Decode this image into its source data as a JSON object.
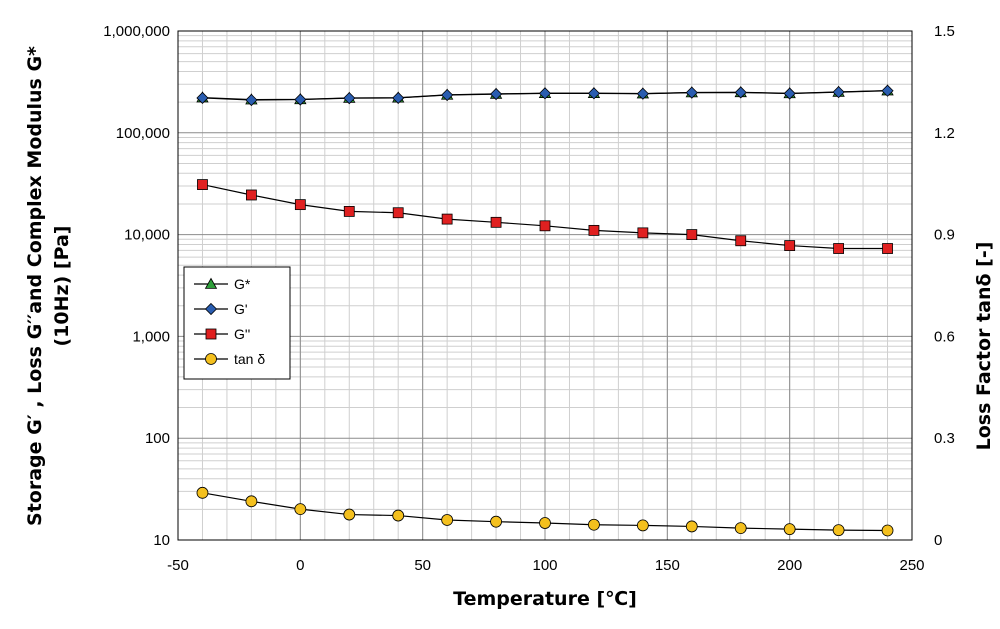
{
  "chart_data": {
    "type": "line",
    "xlabel": "Temperature [℃]",
    "ylabel_left_line1": "Storage  G′ , Loss G′′and  Complex Modulus G*",
    "ylabel_left_line2": "(10Hz) [Pa]",
    "ylabel_right": "Loss Factor tanδ [-]",
    "xlim": [
      -50,
      250
    ],
    "xticks": [
      -50,
      0,
      50,
      100,
      150,
      200,
      250
    ],
    "xtick_labels": [
      "-50",
      "0",
      "50",
      "100",
      "150",
      "200",
      "250"
    ],
    "ylim_left": [
      10,
      1000000
    ],
    "yscale_left": "log",
    "yticks_left": [
      10,
      100,
      1000,
      10000,
      100000,
      1000000
    ],
    "ytick_labels_left": [
      "10",
      "100",
      "1,000",
      "10,000",
      "100,000",
      "1,000,000"
    ],
    "ylim_right": [
      0,
      1.5
    ],
    "yticks_right": [
      0,
      0.3,
      0.6,
      0.9,
      1.2,
      1.5
    ],
    "ytick_labels_right": [
      "0",
      "0.3",
      "0.6",
      "0.9",
      "1.2",
      "1.5"
    ],
    "grid": true,
    "legend_position": "left-middle",
    "x": [
      -40,
      -20,
      0,
      20,
      40,
      60,
      80,
      100,
      120,
      140,
      160,
      180,
      200,
      220,
      240
    ],
    "series": [
      {
        "name": "G*",
        "axis": "left",
        "marker": "triangle",
        "color": "#2e9e3a",
        "values": [
          222000,
          212000,
          213000,
          220000,
          221000,
          236000,
          241000,
          245000,
          245000,
          243000,
          249000,
          250000,
          244000,
          252000,
          260000
        ]
      },
      {
        "name": "G'",
        "axis": "left",
        "marker": "diamond",
        "color": "#2a5db0",
        "values": [
          220000,
          210000,
          212000,
          219000,
          220000,
          235000,
          240000,
          244000,
          244000,
          242000,
          248000,
          249000,
          243000,
          251000,
          259000
        ]
      },
      {
        "name": "G''",
        "axis": "left",
        "marker": "square",
        "color": "#e02020",
        "values": [
          31000,
          24500,
          19700,
          16900,
          16400,
          14200,
          13200,
          12200,
          11000,
          10400,
          10000,
          8700,
          7800,
          7300,
          7300
        ]
      },
      {
        "name": "tan δ",
        "axis": "right",
        "marker": "circle",
        "color": "#f4c01e",
        "values": [
          0.139,
          0.114,
          0.091,
          0.075,
          0.072,
          0.059,
          0.054,
          0.05,
          0.045,
          0.043,
          0.04,
          0.035,
          0.032,
          0.029,
          0.028
        ]
      }
    ]
  }
}
